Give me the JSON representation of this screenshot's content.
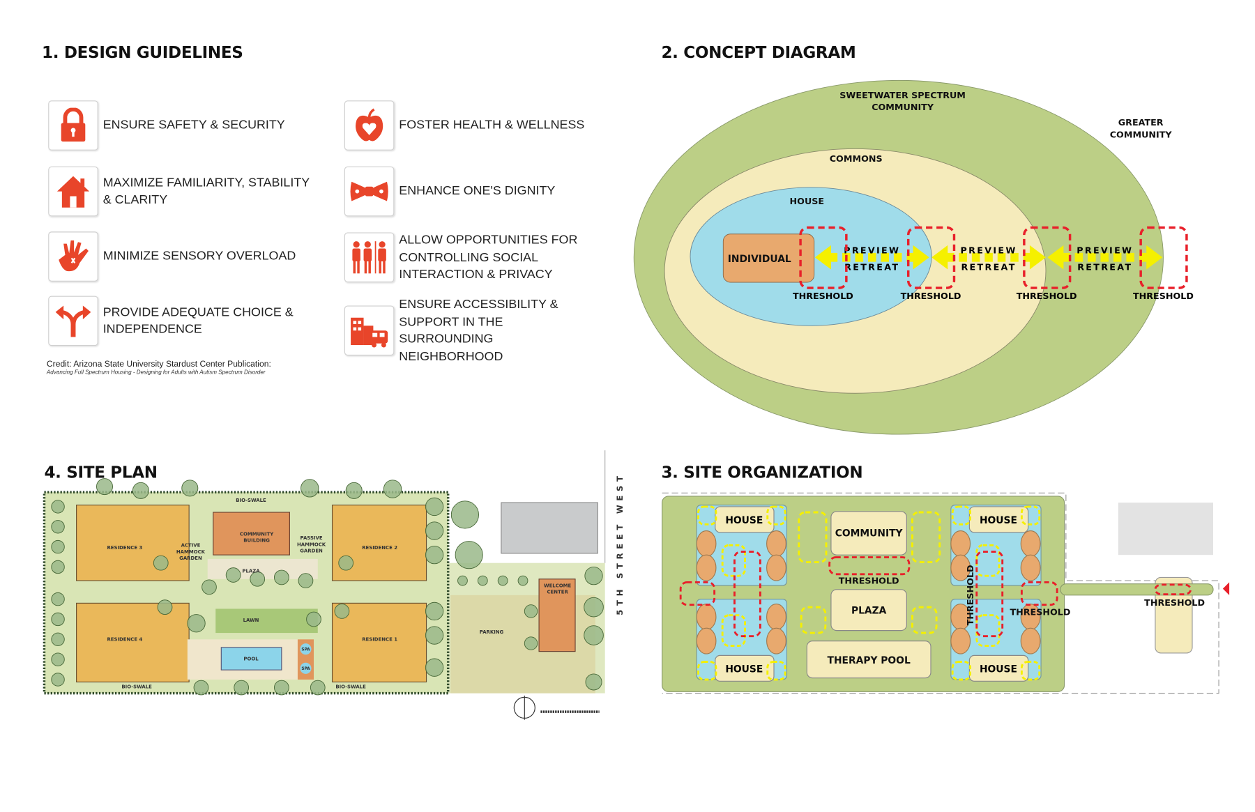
{
  "sections": {
    "guidelines_title": "1. DESIGN GUIDELINES",
    "concept_title": "2. CONCEPT DIAGRAM",
    "site_org_title": "3. SITE ORGANIZATION",
    "site_plan_title": "4. SITE PLAN"
  },
  "guidelines": [
    {
      "icon": "lock-icon",
      "text": "ENSURE SAFETY & SECURITY"
    },
    {
      "icon": "house-icon",
      "text": "MAXIMIZE FAMILIARITY, STABILITY & CLARITY"
    },
    {
      "icon": "hand-icon",
      "text": "MINIMIZE SENSORY OVERLOAD"
    },
    {
      "icon": "fork-arrow-icon",
      "text": "PROVIDE ADEQUATE CHOICE & INDEPENDENCE"
    },
    {
      "icon": "apple-heart-icon",
      "text": "FOSTER HEALTH & WELLNESS"
    },
    {
      "icon": "bowtie-icon",
      "text": "ENHANCE ONE'S DIGNITY"
    },
    {
      "icon": "people-icon",
      "text": "ALLOW OPPORTUNITIES FOR CONTROLLING SOCIAL INTERACTION & PRIVACY"
    },
    {
      "icon": "buildings-bus-icon",
      "text": "ENSURE ACCESSIBILITY & SUPPORT IN THE SURROUNDING NEIGHBORHOOD"
    }
  ],
  "credit": {
    "line1": "Credit: Arizona State University Stardust Center Publication:",
    "line2": "Advancing Full Spectrum Housing - Designing for Adults with Autism Spectrum Disorder"
  },
  "concept": {
    "sweetwater_1": "SWEETWATER SPECTRUM",
    "sweetwater_2": "COMMUNITY",
    "greater_1": "GREATER",
    "greater_2": "COMMUNITY",
    "commons": "COMMONS",
    "house": "HOUSE",
    "individual": "INDIVIDUAL",
    "preview": "PREVIEW",
    "retreat": "RETREAT",
    "threshold": "THRESHOLD"
  },
  "site_org": {
    "house": "HOUSE",
    "community": "COMMUNITY",
    "plaza": "PLAZA",
    "therapy_pool": "THERAPY POOL",
    "threshold": "THRESHOLD"
  },
  "site_plan": {
    "bio_swale": "BIO-SWALE",
    "residence_1": "RESIDENCE 1",
    "residence_2": "RESIDENCE 2",
    "residence_3": "RESIDENCE 3",
    "residence_4": "RESIDENCE 4",
    "community_1": "COMMUNITY",
    "community_2": "BUILDING",
    "active_1": "ACTIVE",
    "active_2": "HAMMOCK",
    "active_3": "GARDEN",
    "passive_1": "PASSIVE",
    "passive_2": "HAMMOCK",
    "passive_3": "GARDEN",
    "plaza": "PLAZA",
    "lawn": "LAWN",
    "pool": "POOL",
    "spa": "SPA",
    "parking": "PARKING",
    "welcome_1": "WELCOME",
    "welcome_2": "CENTER",
    "street": "5TH STREET WEST"
  },
  "colors": {
    "accent": "#e8452a",
    "green": "#bccf86",
    "cream": "#f5ebbb",
    "blue": "#a0dcea",
    "orange": "#e8a96e",
    "threshold_red": "#e8202a",
    "arrow_yellow": "#f5f000"
  }
}
